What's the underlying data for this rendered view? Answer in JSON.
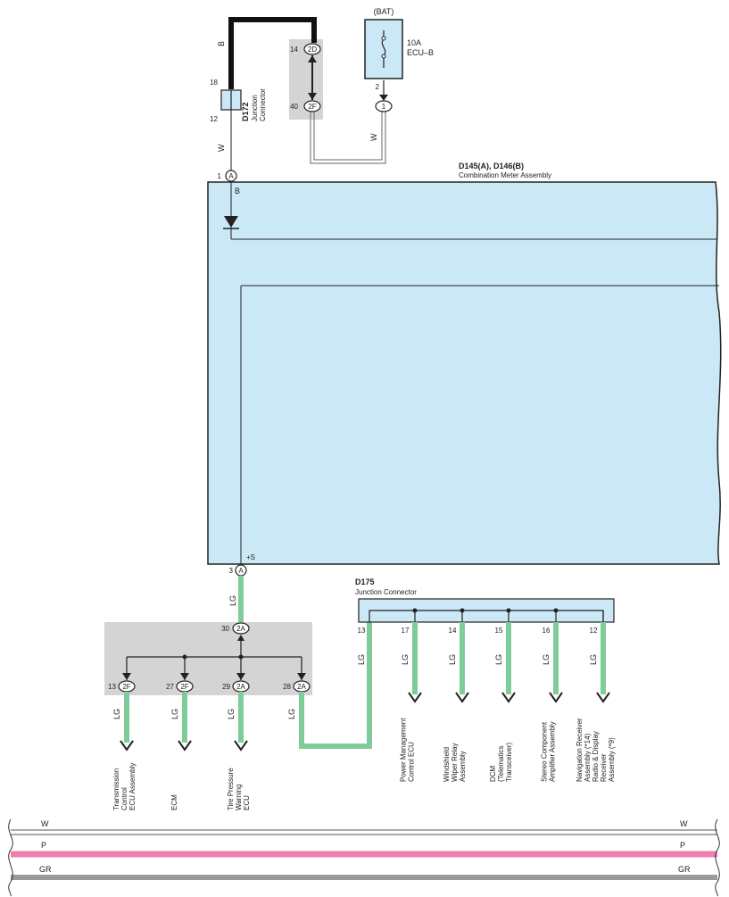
{
  "colors": {
    "lg_wire": "#7fcc9a",
    "box_fill": "#cbe8f7",
    "connector_gray": "#d4d4d4",
    "pink_wire": "#ee7fb0",
    "gray_wire": "#9a9a9a",
    "b_wire": "#111111"
  },
  "top": {
    "bat_label": "(BAT)",
    "fuse_line1": "10A",
    "fuse_line2": "ECU–B",
    "fuse_pin": "2",
    "conn_1": "1",
    "wire_b": "B",
    "wire_w_left": "W",
    "wire_w_right": "W",
    "pin_18": "18",
    "pin_12": "12",
    "pin_14": "14",
    "pin_40": "40",
    "conn_2d": "2D",
    "conn_2f_top": "2F",
    "d172_id": "D172",
    "d172_line1": "Junction",
    "d172_line2": "Connector"
  },
  "meter": {
    "title_line1": "D145(A), D146(B)",
    "title_line2": "Combination Meter Assembly",
    "pin_1": "1",
    "conn_a_top": "A",
    "wire_b_inside": "B",
    "plus_s": "+S",
    "pin_3": "3",
    "conn_a_bottom": "A"
  },
  "left_group": {
    "wire_lg": "LG",
    "pin_30": "30",
    "conn_2a_top": "2A",
    "branches": [
      {
        "pin": "13",
        "conn": "2F",
        "wire": "LG",
        "dest": [
          "Transmission",
          "Control",
          "ECU Assembly"
        ]
      },
      {
        "pin": "27",
        "conn": "2F",
        "wire": "LG",
        "dest": [
          "ECM"
        ]
      },
      {
        "pin": "29",
        "conn": "2A",
        "wire": "LG",
        "dest": [
          "Tire Pressure",
          "Warning",
          "ECU"
        ]
      },
      {
        "pin": "28",
        "conn": "2A",
        "wire": "LG",
        "dest": []
      }
    ]
  },
  "d175": {
    "id": "D175",
    "name": "Junction Connector",
    "pin_13": "13",
    "wire_13": "LG",
    "branches": [
      {
        "pin": "17",
        "wire": "LG",
        "dest": [
          "Power Management",
          "Control ECU"
        ]
      },
      {
        "pin": "14",
        "wire": "LG",
        "dest": [
          "Windshield",
          "Wiper Relay",
          "Assembly"
        ]
      },
      {
        "pin": "15",
        "wire": "LG",
        "dest": [
          "DCM",
          "(Telematics",
          "Transceiver)"
        ]
      },
      {
        "pin": "16",
        "wire": "LG",
        "dest": [
          "Stereo Component",
          "Amplifier Assembly"
        ]
      },
      {
        "pin": "12",
        "wire": "LG",
        "dest": [
          "Navigation Receiver",
          "Assembly (*14)",
          "Radio & Display",
          "Receiver",
          "Assembly (*9)"
        ]
      }
    ]
  },
  "bus": {
    "w_left": "W",
    "w_right": "W",
    "p_left": "P",
    "p_right": "P",
    "gr_left": "GR",
    "gr_right": "GR"
  }
}
